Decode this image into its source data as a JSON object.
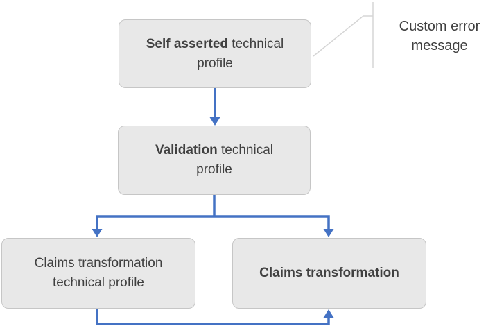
{
  "diagram": {
    "colors": {
      "box_fill": "#E8E8E8",
      "box_border": "#C6C6C6",
      "text": "#404040",
      "arrow": "#4472C4",
      "callout_line": "#D5D5D5",
      "background": "#FFFFFF"
    },
    "boxes": {
      "self_asserted": {
        "line1_bold": "Self asserted",
        "line1_rest": " technical",
        "line2": "profile"
      },
      "validation": {
        "line1_bold": "Validation",
        "line1_rest": " technical",
        "line2": "profile"
      },
      "claims_transformation_tp": {
        "line1": "Claims transformation",
        "line2": "technical profile"
      },
      "claims_transformation": {
        "line1_bold": "Claims transformation"
      }
    },
    "callout": {
      "line1": "Custom error",
      "line2": "message"
    }
  }
}
